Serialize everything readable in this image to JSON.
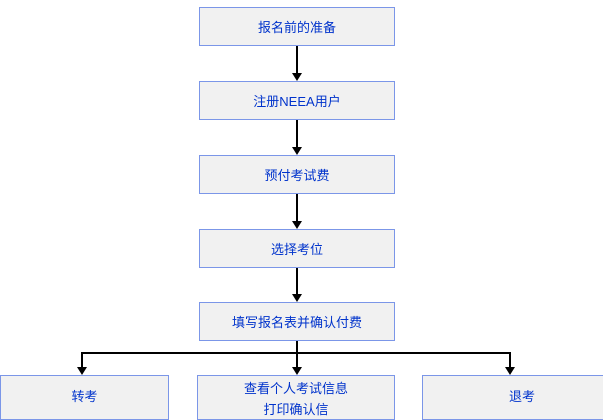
{
  "colors": {
    "box_border": "#7b96e8",
    "box_fill": "#f1f1f1",
    "text_color": "#0033cc",
    "line_color": "#000000",
    "bg": "#ffffff"
  },
  "flowchart": {
    "title": "NEEA exam registration process flowchart",
    "main_steps": [
      {
        "label": "报名前的准备"
      },
      {
        "label": "注册NEEA用户"
      },
      {
        "label": "预付考试费"
      },
      {
        "label": "选择考位"
      },
      {
        "label": "填写报名表并确认付费"
      }
    ],
    "branches": [
      {
        "label": "转考",
        "lines": [
          "转考"
        ]
      },
      {
        "label": "查看个人考试信息 打印确认信",
        "lines": [
          "查看个人考试信息",
          "打印确认信"
        ]
      },
      {
        "label": "退考",
        "lines": [
          "退考"
        ]
      }
    ]
  }
}
